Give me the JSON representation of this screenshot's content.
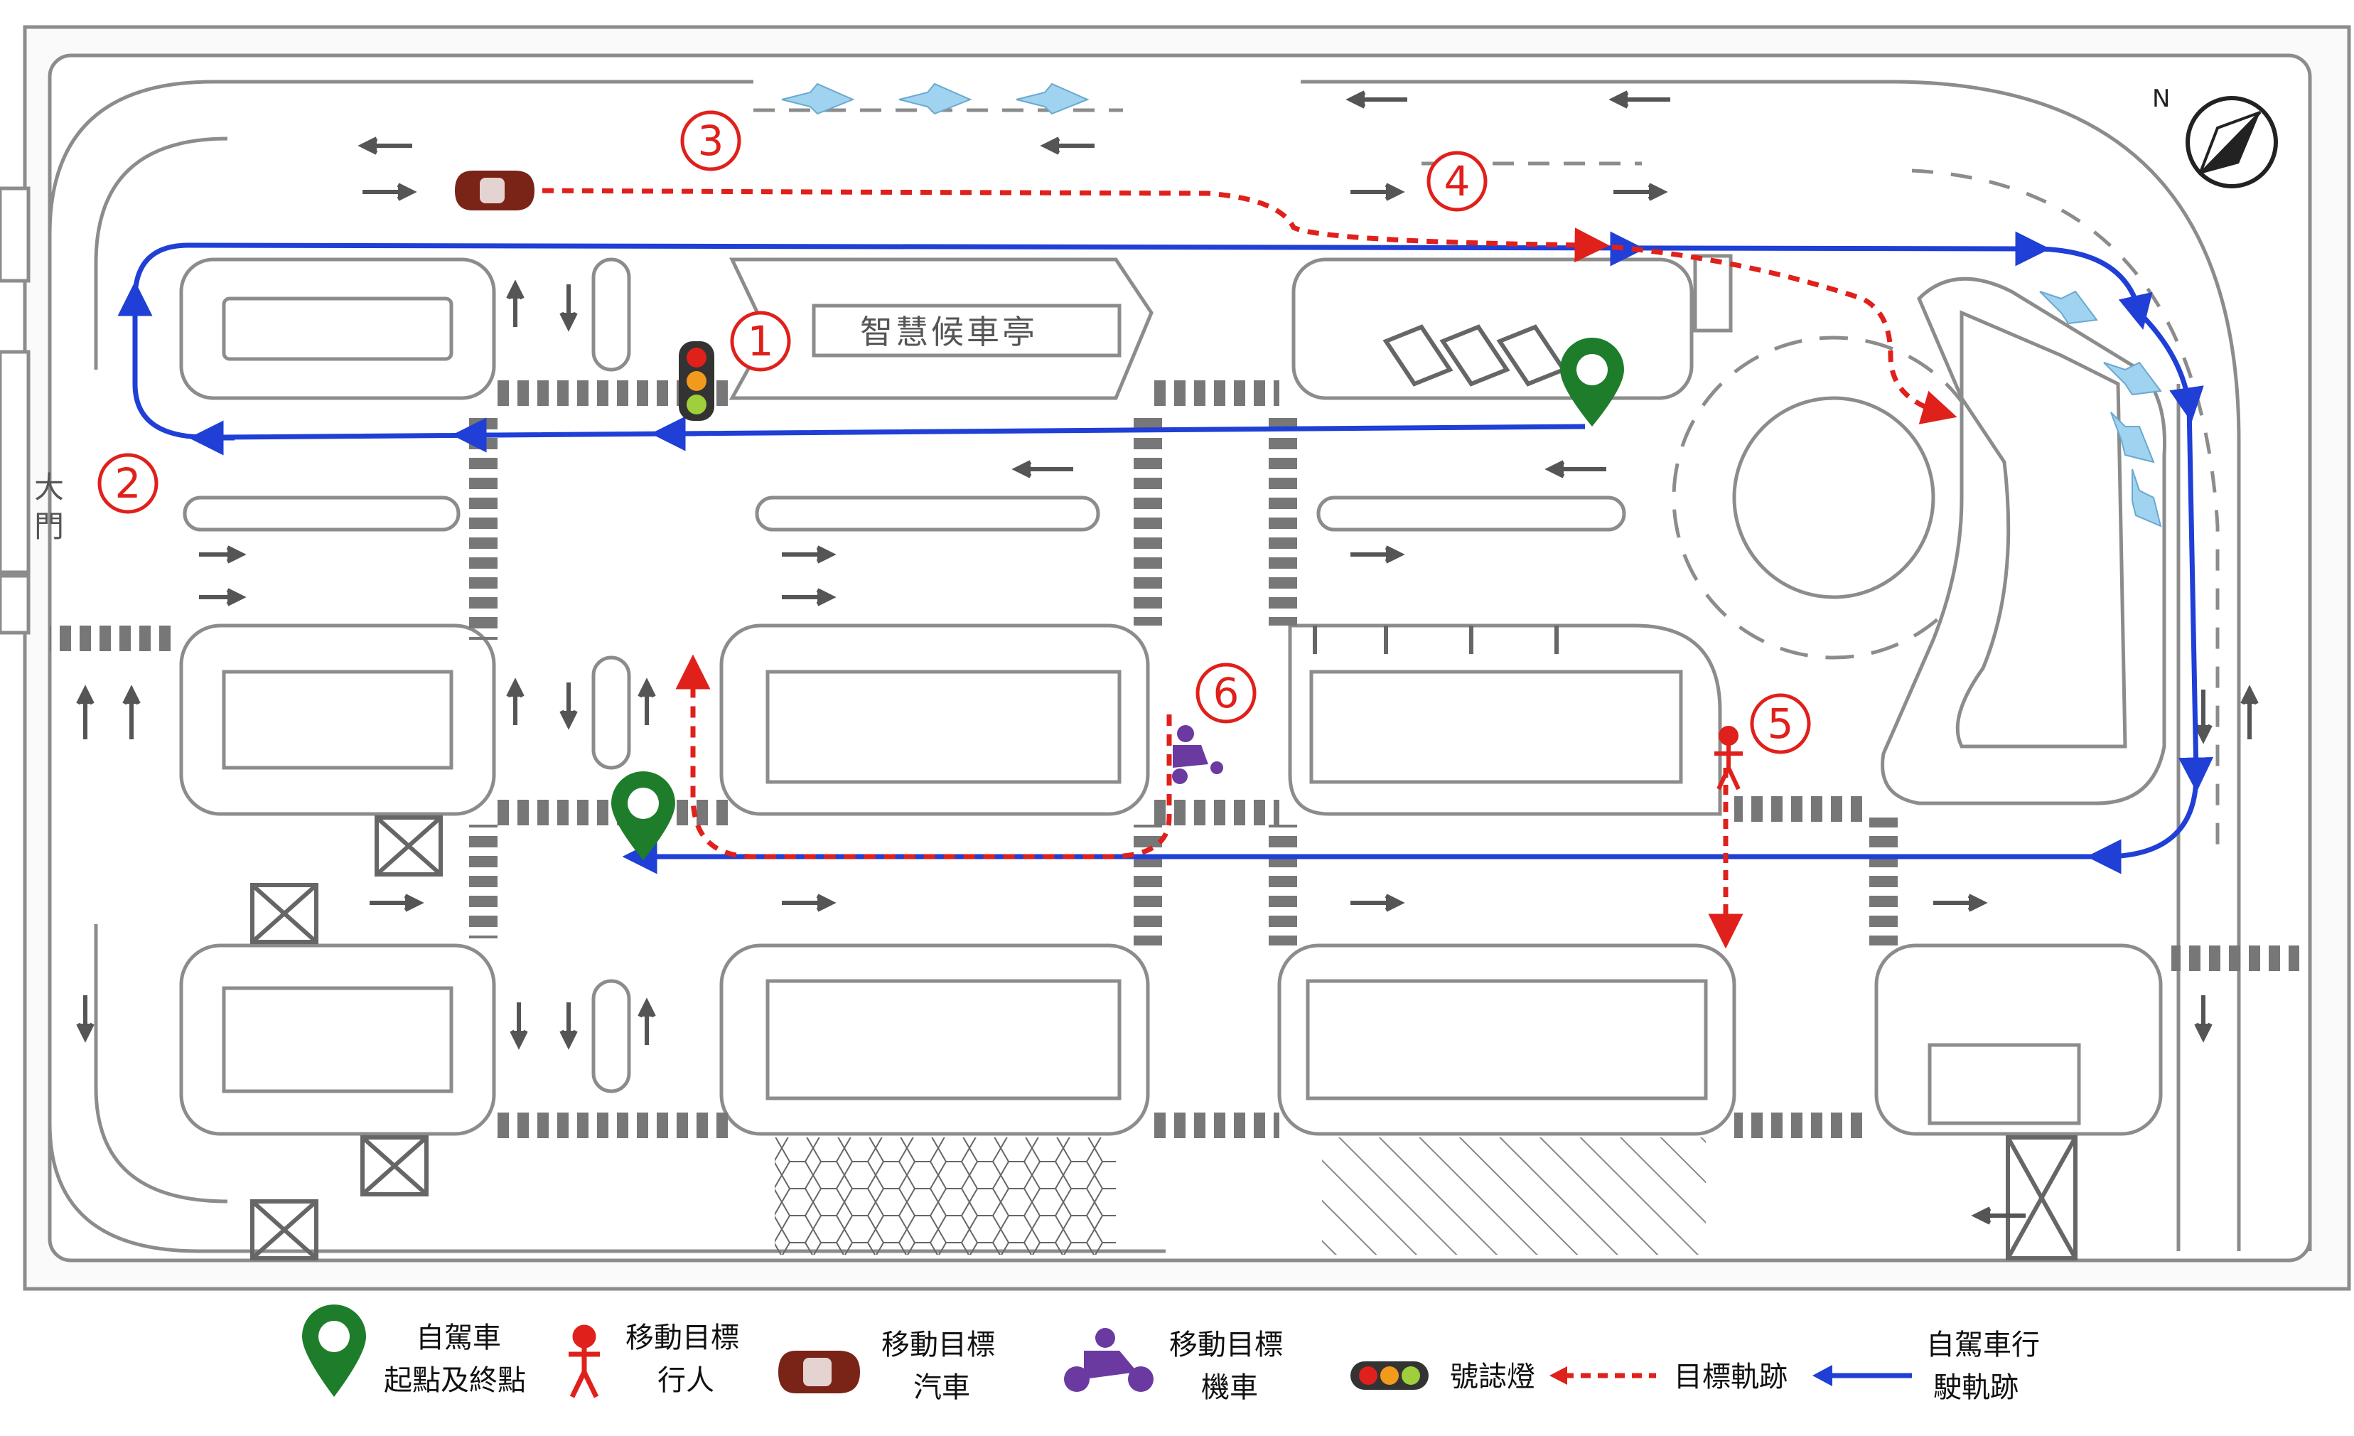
{
  "map": {
    "shelter_label": "智慧候車亭",
    "gate_label_1": "大",
    "gate_label_2": "門",
    "north_letter": "N",
    "markers": [
      "①",
      "②",
      "③",
      "④",
      "⑤",
      "⑥"
    ]
  },
  "legend": {
    "start_end_1": "自駕車",
    "start_end_2": "起點及終點",
    "pedestrian_1": "移動目標",
    "pedestrian_2": "行人",
    "car_1": "移動目標",
    "car_2": "汽車",
    "moto_1": "移動目標",
    "moto_2": "機車",
    "signal": "號誌燈",
    "target_track": "目標軌跡",
    "av_track_1": "自駕車行",
    "av_track_2": "駛軌跡"
  },
  "colors": {
    "av_track": "#1f3fd6",
    "target_track": "#e0201b",
    "start_pin": "#1e7d2a",
    "car": "#7a2418",
    "motorcycle": "#6a3aa0",
    "road_line": "#9a9a9a",
    "sky_arrow": "#9fd3f0"
  }
}
